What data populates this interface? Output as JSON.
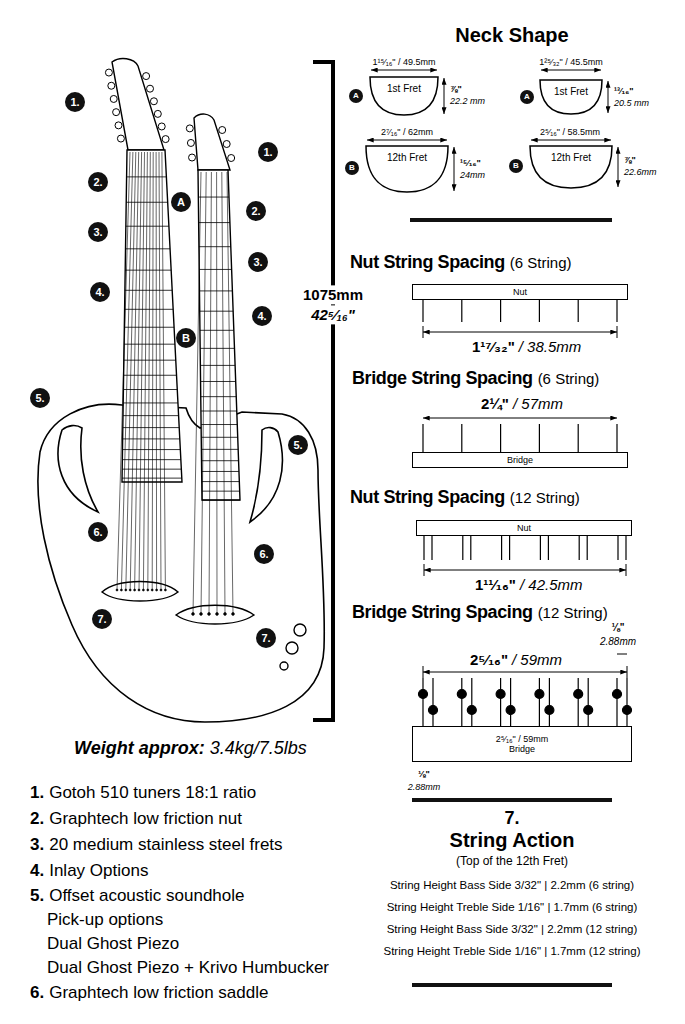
{
  "diagram": {
    "nodes": [
      {
        "text": [
          "1st Fret"
        ]
      },
      {
        "text": [
          "1st Fret"
        ]
      },
      {
        "text": [
          "12th Fret"
        ]
      },
      {
        "text": [
          "12th Fret"
        ]
      },
      {
        "text": [
          "Nut"
        ]
      },
      {
        "text": [
          "Bridge"
        ]
      },
      {
        "text": [
          "Nut"
        ]
      },
      {
        "text": [
          "2⁵⁄₁₆\" / 59mm",
          "Bridge"
        ]
      }
    ],
    "labels": [
      "1.",
      "2.",
      "3.",
      "4.",
      "A",
      "1.",
      "2.",
      "3.",
      "4.",
      "B",
      "5.",
      "5.",
      "6.",
      "6.",
      "7.",
      "7.",
      "1075mm",
      "42⁵⁄₁₆\"",
      "Weight approx:",
      "3.4kg/7.5lbs",
      "1.",
      "Gotoh 510 tuners 18:1 ratio",
      "2.",
      "Graphtech low friction nut",
      "3.",
      "20 medium stainless steel frets",
      "4.",
      "Inlay Options",
      "5.",
      "Offset acoustic soundhole",
      "Pick-up options",
      "Dual Ghost Piezo",
      "Dual Ghost Piezo + Krivo Humbucker",
      "6.",
      "Graphtech low friction saddle",
      "Neck Shape",
      "1¹⁵⁄₁₆\" / 49.5mm",
      "A",
      "⅞\"",
      "22.2 mm",
      "1²⁵⁄₃₂\" / 45.5mm",
      "A",
      "¹³⁄₁₆\"",
      "20.5 mm",
      "2⁷⁄₁₆\" / 62mm",
      "B",
      "¹⁵⁄₁₆\"",
      "24mm",
      "2⁵⁄₁₆\" / 58.5mm",
      "B",
      "⅞\"",
      "22.6mm",
      "Nut String Spacing",
      "(6 String)",
      "1¹⁷⁄₃₂\"",
      "/ 38.5mm",
      "Bridge String Spacing",
      "(6 String)",
      "2¼\"",
      "/ 57mm",
      "Nut String Spacing",
      "(12 String)",
      "1¹¹⁄₁₆\"",
      "/ 42.5mm",
      "Bridge String Spacing",
      "(12 String)",
      "⅛\"",
      "2.88mm",
      "2⁵⁄₁₆\"",
      "/ 59mm",
      "⅛\"",
      "2.88mm",
      "7.",
      "String Action",
      "(Top of the 12th Fret)",
      "String Height Bass Side 3/32\" | 2.2mm (6 string)",
      "String Height Treble Side 1/16\" | 1.7mm (6 string)",
      "String Height Bass Side 3/32\" | 2.2mm (12 string)",
      "String Height Treble Side 1/16\" | 1.7mm (12 string)"
    ]
  }
}
